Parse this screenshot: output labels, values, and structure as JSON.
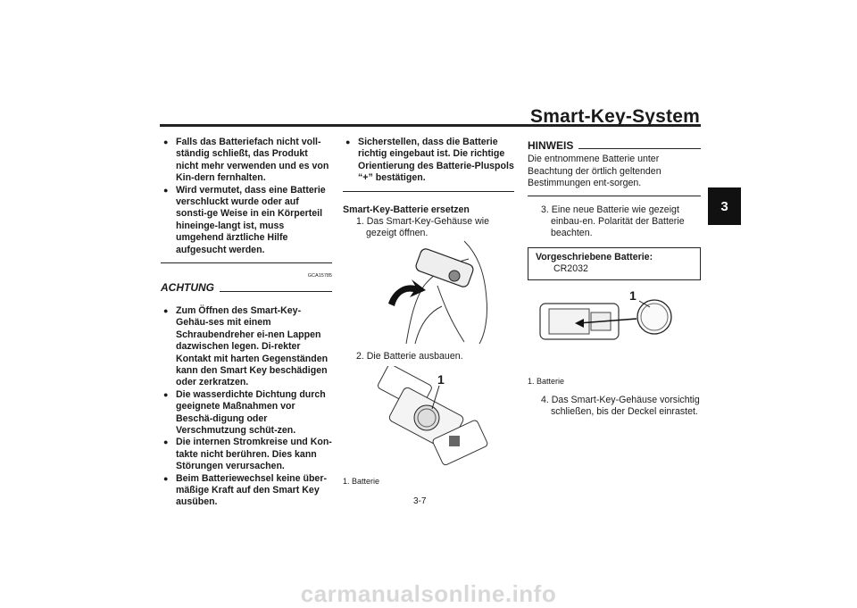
{
  "header": {
    "title": "Smart-Key-System",
    "section_tab": "3"
  },
  "left_column": {
    "warning_bullets": [
      "Falls das Batteriefach nicht voll-ständig schließt, das Produkt nicht mehr verwenden und es von Kin-dern fernhalten.",
      "Wird vermutet, dass eine Batterie verschluckt wurde oder auf sonsti-ge Weise in ein Körperteil hineinge-langt ist, muss umgehend ärztliche Hilfe aufgesucht werden."
    ],
    "achtung_label": "ACHTUNG",
    "achtung_code": "GCA15785",
    "achtung_bullets": [
      "Zum Öffnen des Smart-Key-Gehäu-ses mit einem Schraubendreher ei-nen Lappen dazwischen legen. Di-rekter Kontakt mit harten Gegenständen kann den Smart Key beschädigen oder zerkratzen.",
      "Die wasserdichte Dichtung durch geeignete Maßnahmen vor Beschä-digung oder Verschmutzung schüt-zen.",
      "Die internen Stromkreise und Kon-takte nicht berühren. Dies kann Störungen verursachen.",
      "Beim Batteriewechsel keine über-mäßige Kraft auf den Smart Key ausüben."
    ]
  },
  "middle_column": {
    "top_bullet": "Sicherstellen, dass die Batterie richtig eingebaut ist. Die richtige Orientierung des Batterie-Pluspols “+” bestätigen.",
    "section_heading": "Smart-Key-Batterie ersetzen",
    "step1": "1. Das Smart-Key-Gehäuse wie gezeigt öffnen.",
    "step2": "2. Die Batterie ausbauen.",
    "figure_callout": "1",
    "caption": "1. Batterie"
  },
  "right_column": {
    "hinweis_label": "HINWEIS",
    "hinweis_text": "Die entnommene Batterie unter Beachtung der örtlich geltenden Bestimmungen ent-sorgen.",
    "step3": "3. Eine neue Batterie wie gezeigt einbau-en. Polarität der Batterie beachten.",
    "spec_label": "Vorgeschriebene Batterie:",
    "spec_value": "CR2032",
    "figure_callout": "1",
    "caption": "1. Batterie",
    "step4": "4. Das Smart-Key-Gehäuse vorsichtig schließen, bis der Deckel einrastet."
  },
  "page_number": "3-7",
  "footer_watermark": "carmanualsonline.info"
}
